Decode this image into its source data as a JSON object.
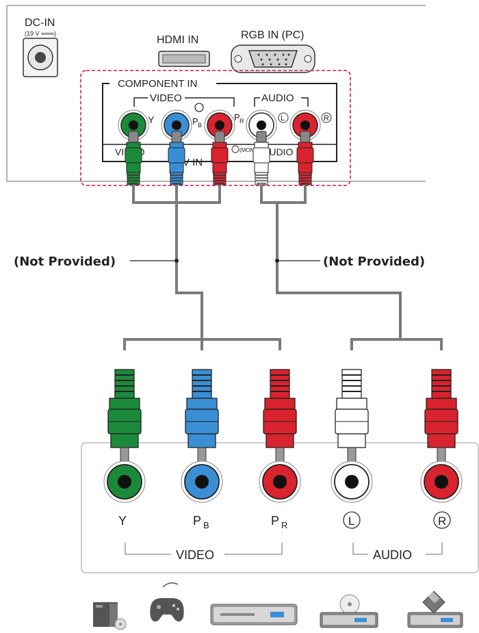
{
  "tv_panel": {
    "dc_in": "DC-IN",
    "dc_in_rating": "(19 V ═══)",
    "hdmi_in": "HDMI IN",
    "rgb_in": "RGB IN (PC)",
    "component_in": "COMPONENT IN",
    "video": "VIDEO",
    "audio": "AUDIO",
    "y": "Y",
    "pb": "P",
    "pb_sub": "B",
    "pr": "P",
    "pr_sub": "R",
    "l": "L",
    "r": "R",
    "av_in_video": "VIDEO",
    "av_in": "AV IN",
    "mono": "(MONO)",
    "av_in_audio": "AUDIO"
  },
  "cable_labels": {
    "left": "(Not Provided)",
    "right": "(Not Provided)"
  },
  "device_panel": {
    "y": "Y",
    "pb": "P",
    "pb_sub": "B",
    "pr": "P",
    "pr_sub": "R",
    "l": "L",
    "r": "R",
    "video": "VIDEO",
    "audio": "AUDIO"
  },
  "colors": {
    "green": "#1c8a3b",
    "blue": "#3a8fd4",
    "red": "#d9232e",
    "white": "#ffffff",
    "cable": "#7a7a7a",
    "dashed_border": "#d6336c"
  },
  "devices": [
    "set-top-box-icon",
    "game-console-icon",
    "dvd-player-icon",
    "dvd-recorder-icon",
    "vcr-icon"
  ]
}
